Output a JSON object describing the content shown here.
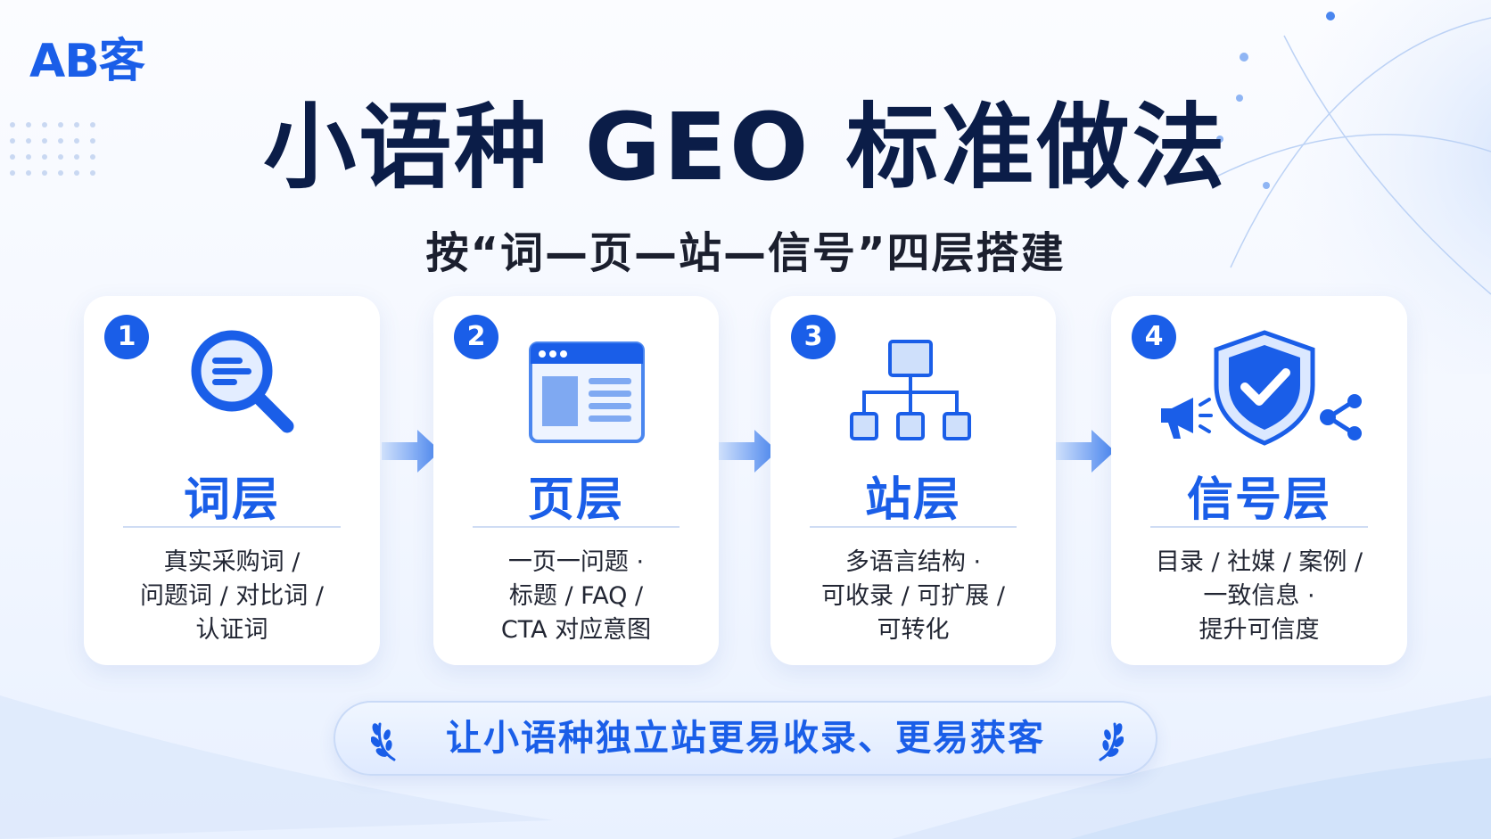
{
  "brand": {
    "logo": "AB客",
    "accent": "#1a5ee8"
  },
  "header": {
    "title": "小语种 GEO 标准做法",
    "subtitle": "按“词—页—站—信号”四层搭建"
  },
  "steps": [
    {
      "number": "1",
      "title": "词层",
      "icon": "search-icon",
      "lines": [
        "真实采购词 /",
        "问题词 / 对比词 /",
        "认证词"
      ]
    },
    {
      "number": "2",
      "title": "页层",
      "icon": "webpage-icon",
      "lines": [
        "一页一问题 ·",
        "标题 / FAQ /",
        "CTA 对应意图"
      ]
    },
    {
      "number": "3",
      "title": "站层",
      "icon": "sitemap-icon",
      "lines": [
        "多语言结构 ·",
        "可收录 / 可扩展 /",
        "可转化"
      ]
    },
    {
      "number": "4",
      "title": "信号层",
      "icon": "shield-check-icon",
      "lines": [
        "目录 / 社媒 / 案例 /",
        "一致信息 ·",
        "提升可信度"
      ]
    }
  ],
  "footer": {
    "banner": "让小语种独立站更易收录、更易获客"
  }
}
